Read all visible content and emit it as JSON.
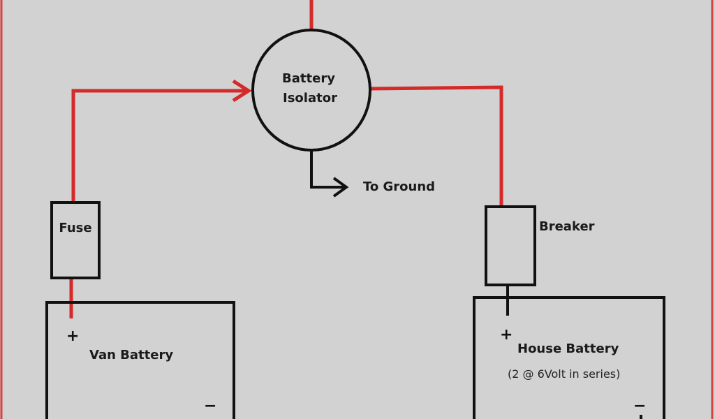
{
  "diagram": {
    "isolator": {
      "line1": "Battery",
      "line2": "Isolator"
    },
    "ground_label": "To Ground",
    "fuse_label": "Fuse",
    "breaker_label": "Breaker",
    "van_battery": {
      "label": "Van Battery",
      "plus": "+",
      "minus": "−"
    },
    "house_battery": {
      "label": "House Battery",
      "note": "(2 @ 6Volt in series)",
      "plus": "+",
      "minus": "−"
    }
  },
  "colors": {
    "wire_positive": "#d42a2a",
    "wire_ground": "#111111",
    "background": "#d2d2d2",
    "frame": "#d94040"
  }
}
